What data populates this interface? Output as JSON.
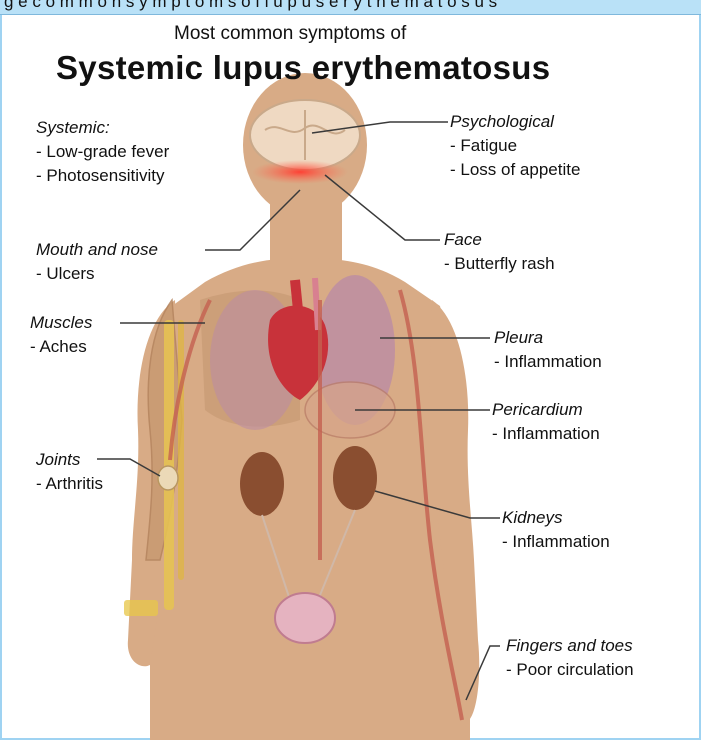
{
  "caption_fragment": "g e  c o m m o n   s y m p t o m s   o f   l u p u s   e r y t h e m a t o s u s",
  "subtitle": "Most common symptoms of",
  "title": "Systemic lupus erythematosus",
  "labels": {
    "systemic": {
      "heading": "Systemic:",
      "items": [
        "- Low-grade fever",
        "- Photosensitivity"
      ]
    },
    "psychological": {
      "heading": "Psychological",
      "items": [
        "- Fatigue",
        "- Loss of appetite"
      ]
    },
    "mouth_nose": {
      "heading": "Mouth and nose",
      "items": [
        "- Ulcers"
      ]
    },
    "face": {
      "heading": "Face",
      "items": [
        "- Butterfly rash"
      ]
    },
    "muscles": {
      "heading": "Muscles",
      "items": [
        "- Aches"
      ]
    },
    "pleura": {
      "heading": "Pleura",
      "items": [
        "- Inflammation"
      ]
    },
    "pericardium": {
      "heading": "Pericardium",
      "items": [
        "- Inflammation"
      ]
    },
    "joints": {
      "heading": "Joints",
      "items": [
        "- Arthritis"
      ]
    },
    "kidneys": {
      "heading": "Kidneys",
      "items": [
        "- Inflammation"
      ]
    },
    "fingers_toes": {
      "heading": "Fingers and toes",
      "items": [
        "- Poor circulation"
      ]
    }
  },
  "colors": {
    "skin": "#d8ab86",
    "brain": "#efd9c2",
    "rash": "#ff5a4a",
    "heart": "#c8323a",
    "lung": "#b98aa6",
    "kidney": "#8a4e30",
    "bone": "#e8c64a",
    "leader_line": "#3a3a3a",
    "frame_blue": "#9fd3f2"
  }
}
